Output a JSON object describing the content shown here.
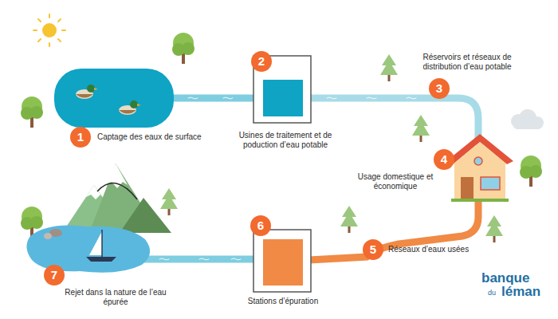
{
  "diagram": {
    "nodes": [
      {
        "text": [
          "1",
          "Captage des eaux de surface"
        ]
      },
      {
        "text": [
          "2",
          "Usines de traitement et de poduction d’eau potable"
        ]
      },
      {
        "text": [
          "3",
          "Réservoirs et réseaux de distribution d’eau potable"
        ]
      },
      {
        "text": [
          "4",
          "Usage domestique et économique"
        ]
      },
      {
        "text": [
          "5",
          "Réseaux d’eaux usées"
        ]
      },
      {
        "text": [
          "6",
          "Stations d’épuration"
        ]
      },
      {
        "text": [
          "7",
          "Rejet dans la nature de l’eau épurée"
        ]
      }
    ],
    "labels": [
      "banque",
      "du",
      "léman"
    ]
  }
}
